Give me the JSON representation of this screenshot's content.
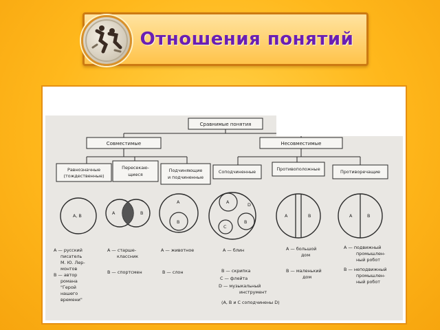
{
  "title": "Отношения понятий",
  "diagram": {
    "root": "Сравнимые понятия",
    "groups": [
      "Совместимые",
      "Несовместимые"
    ],
    "types": [
      [
        "Равнозначные",
        "(тождественные)"
      ],
      [
        "Пересекаю-",
        "щиеся"
      ],
      [
        "Подчиняющие",
        "и подчиненные"
      ],
      [
        "Соподчиненные"
      ],
      [
        "Противоположные"
      ],
      [
        "Противоречащие"
      ]
    ],
    "circle_labels": {
      "c1": "А, В",
      "c2a": "А",
      "c2b": "В",
      "c3a": "А",
      "c3b": "В",
      "c4a": "А",
      "c4d": "D",
      "c4c": "С",
      "c4b": "В",
      "c5a": "А",
      "c5b": "В",
      "c6a": "А",
      "c6b": "В"
    },
    "captions": {
      "col1": [
        "А — русский",
        "писатель",
        "М. Ю. Лер-",
        "монтов",
        "В — автор",
        "романа",
        "\"Герой",
        "нашего",
        "времени\""
      ],
      "col2": [
        "А — старше-",
        "классник",
        "В — спортсмен"
      ],
      "col3": [
        "А — животное",
        "В — слон"
      ],
      "col4": [
        "А — блин",
        "В — скрипка",
        "С — флейта",
        "D — музыкальный",
        "инструмент",
        "(А, В и С соподчинены D)"
      ],
      "col5": [
        "А — большой",
        "дом",
        "В — маленький",
        "дом"
      ],
      "col6": [
        "А — подвижный",
        "промышлен-",
        "ный робот",
        "В — неподвижный",
        "промышлен-",
        "ный робот"
      ]
    }
  }
}
